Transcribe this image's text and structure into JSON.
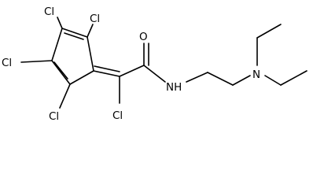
{
  "molecule": {
    "atoms": {
      "cl_top_left": "Cl",
      "cl_top_right": "Cl",
      "cl_left": "Cl",
      "cl_bottom_left": "Cl",
      "cl_alpha": "Cl",
      "o_carbonyl": "O",
      "nh_amide": "NH",
      "n_amine": "N"
    }
  }
}
